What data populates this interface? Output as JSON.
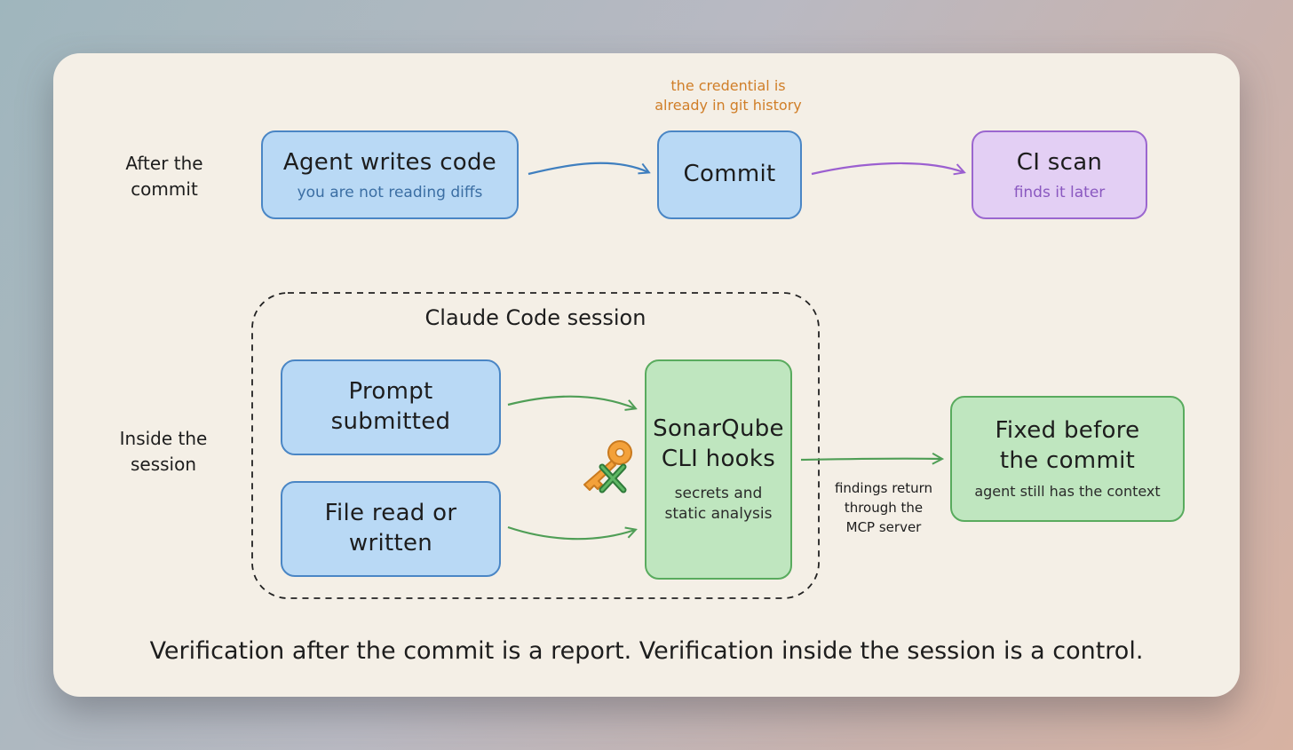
{
  "rows": {
    "after": "After the\ncommit",
    "inside": "Inside the\nsession"
  },
  "top_flow": {
    "note": "the credential is\nalready in git history",
    "agent": {
      "title": "Agent writes code",
      "sub": "you are not reading diffs"
    },
    "commit": {
      "title": "Commit"
    },
    "ci": {
      "title": "CI scan",
      "sub": "finds it later"
    }
  },
  "session": {
    "title": "Claude Code session",
    "prompt": "Prompt\nsubmitted",
    "file": "File read or\nwritten",
    "hooks": {
      "title": "SonarQube\nCLI hooks",
      "sub": "secrets and\nstatic analysis"
    }
  },
  "findings_note": "findings return\nthrough the\nMCP server",
  "fixed": {
    "title": "Fixed before\nthe commit",
    "sub": "agent still has the context"
  },
  "caption": "Verification after the commit is a report. Verification inside the session is a control.",
  "colors": {
    "blue_fill": "#b9d9f5",
    "blue_stroke": "#4a86c5",
    "purple_fill": "#e3cff4",
    "purple_stroke": "#9b67cf",
    "green_fill": "#bfe6bf",
    "green_stroke": "#59ab5e",
    "note_orange": "#d07e28",
    "card_bg": "#f4efe6"
  },
  "icons": {
    "key": "key-icon",
    "cross": "x-mark-icon"
  }
}
